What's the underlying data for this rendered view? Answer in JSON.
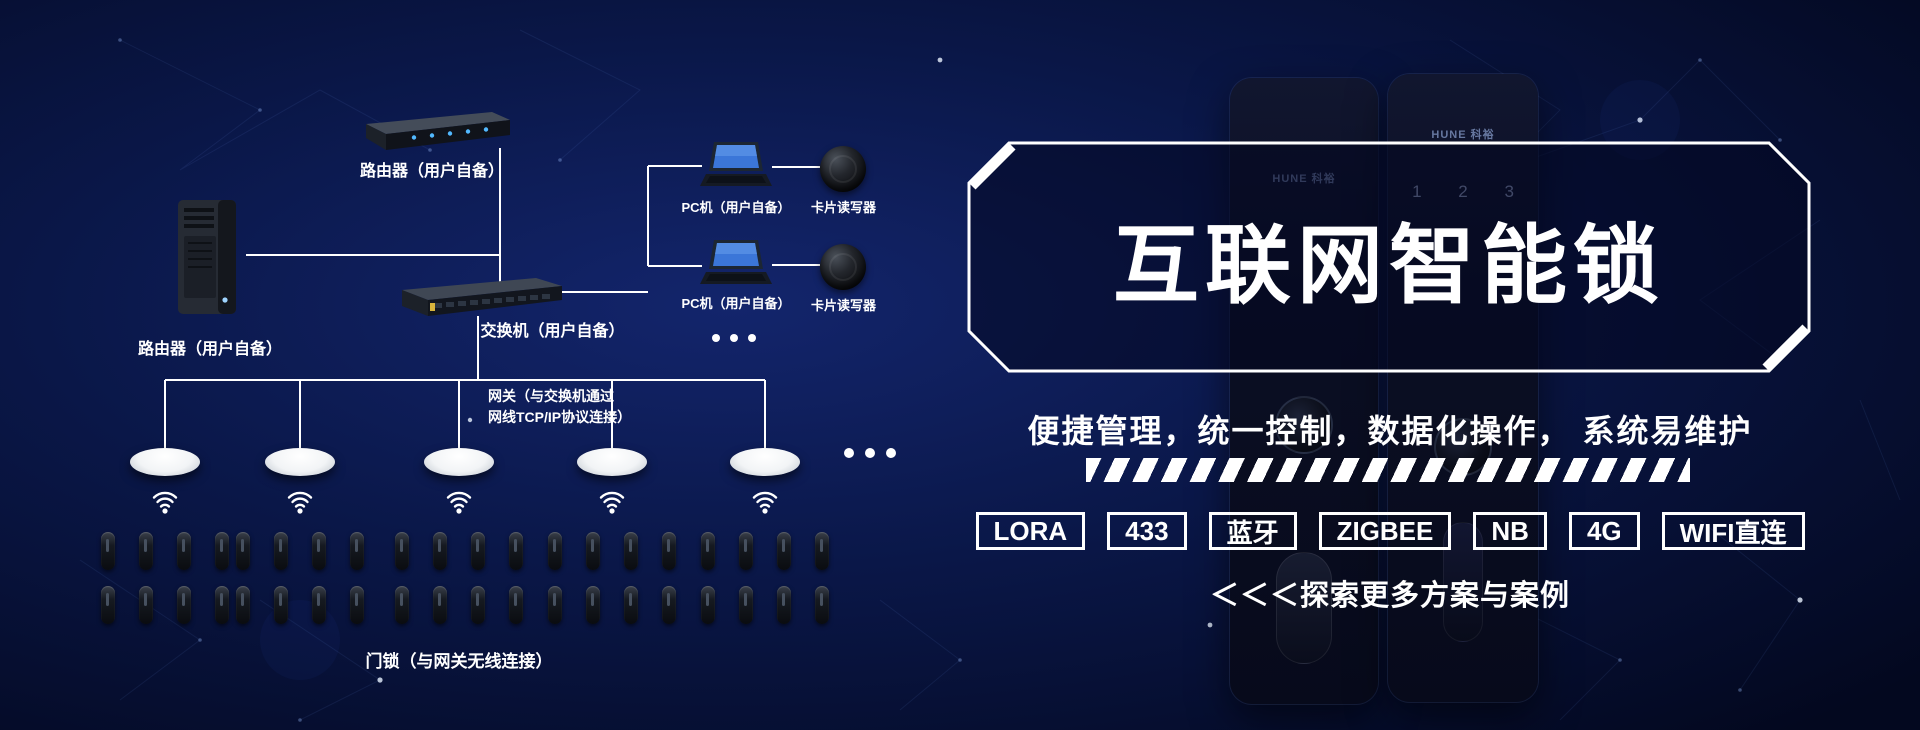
{
  "hero": {
    "title": "互联网智能锁",
    "subtitle": "便捷管理，统一控制，数据化操作， 系统易维护",
    "explore": "＜＜＜探索更多方案与案例",
    "tags": [
      "LORA",
      "433",
      "蓝牙",
      "ZIGBEE",
      "NB",
      "4G",
      "WIFI直连"
    ]
  },
  "brand": {
    "left": "HUNE 科裕",
    "right": "HUNE 科裕",
    "keypad": "1 2 3"
  },
  "diagram": {
    "router_label": "路由器（用户自备）",
    "server_label": "路由器（用户自备）",
    "switch_label": "交换机（用户自备）",
    "pc1_label": "PC机（用户自备）",
    "pc2_label": "PC机（用户自备）",
    "reader1_label": "卡片读写器",
    "reader2_label": "卡片读写器",
    "gateway_note_line1": "网关（与交换机通过",
    "gateway_note_line2": "网线TCP/IP协议连接）",
    "locks_label": "门锁（与网关无线连接）",
    "gateway_count": 5,
    "locks_per_gateway": 8
  },
  "colors": {
    "background": "#0a1748",
    "line": "#ffffff",
    "accent": "#ffffff"
  }
}
